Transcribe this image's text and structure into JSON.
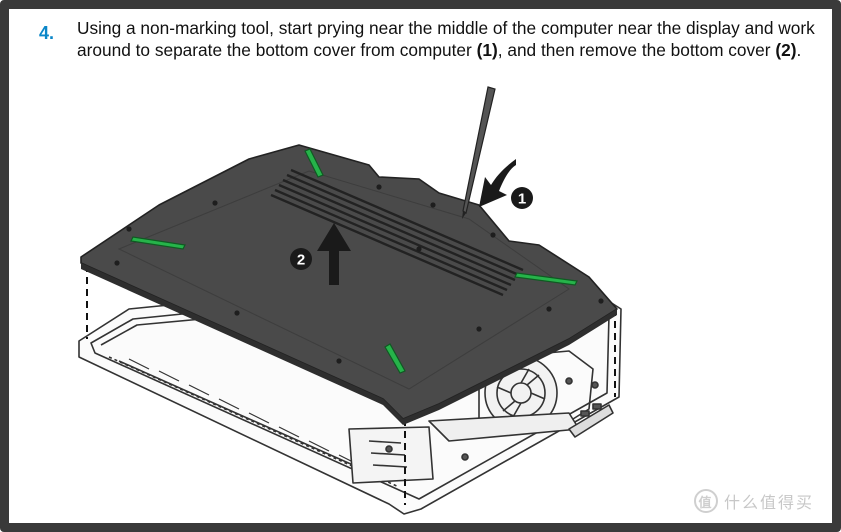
{
  "step": {
    "number": "4.",
    "text_before_1": "Using a non-marking tool, start prying near the middle of the computer near the display and work around to separate the bottom cover from computer ",
    "callout_1_ref": "(1)",
    "text_between": ", and then remove the bottom cover ",
    "callout_2_ref": "(2)",
    "text_end": "."
  },
  "illustration": {
    "callout_1": "1",
    "callout_2": "2"
  },
  "watermark": {
    "logo_char": "值",
    "text": "什么值得买"
  },
  "colors": {
    "step_number": "#0a86c8",
    "cover": "#4a4a4a",
    "feet": "#26b34a",
    "callout_bg": "#1a1a1a"
  }
}
